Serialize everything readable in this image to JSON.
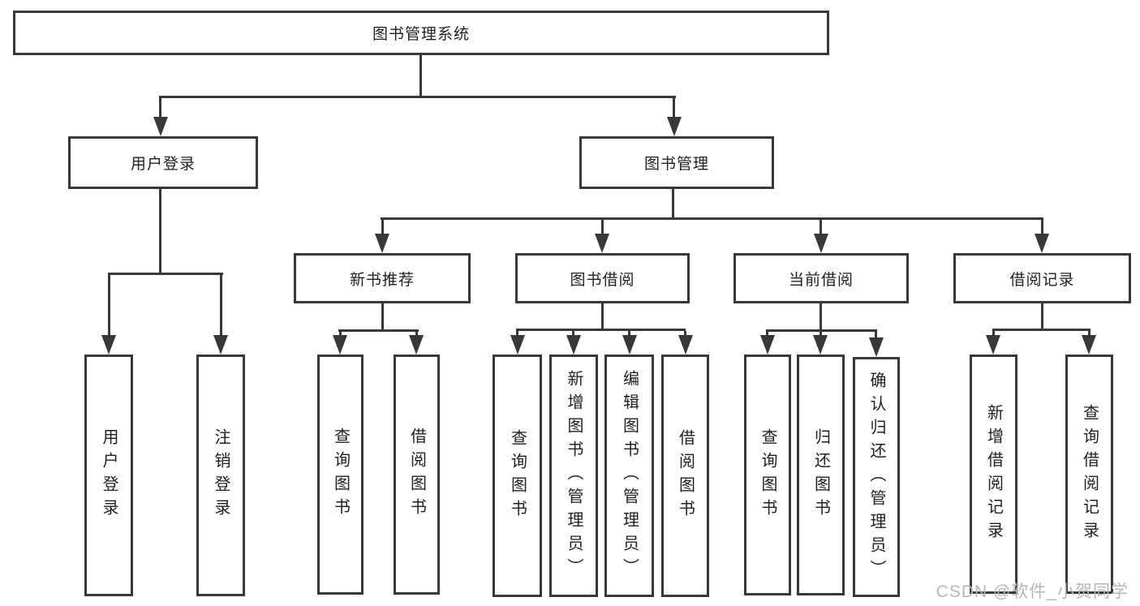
{
  "diagram": {
    "root": {
      "label": "图书管理系统"
    },
    "branches": [
      {
        "label": "用户登录",
        "children": [
          {
            "label": "用户登录"
          },
          {
            "label": "注销登录"
          }
        ]
      },
      {
        "label": "图书管理",
        "children": [
          {
            "label": "新书推荐",
            "children": [
              {
                "label": "查询图书"
              },
              {
                "label": "借阅图书"
              }
            ]
          },
          {
            "label": "图书借阅",
            "children": [
              {
                "label": "查询图书"
              },
              {
                "label": "新增图书（管理员）"
              },
              {
                "label": "编辑图书（管理员）"
              },
              {
                "label": "借阅图书"
              }
            ]
          },
          {
            "label": "当前借阅",
            "children": [
              {
                "label": "查询图书"
              },
              {
                "label": "归还图书"
              },
              {
                "label": "确认归还（管理员）"
              }
            ]
          },
          {
            "label": "借阅记录",
            "children": [
              {
                "label": "新增借阅记录"
              },
              {
                "label": "查询借阅记录"
              }
            ]
          }
        ]
      }
    ]
  },
  "watermark": "CSDN @软件_小贺同学",
  "colors": {
    "line": "#383838",
    "text": "#1f1f1f",
    "watermark": "#b6b6b6",
    "background": "#ffffff"
  }
}
